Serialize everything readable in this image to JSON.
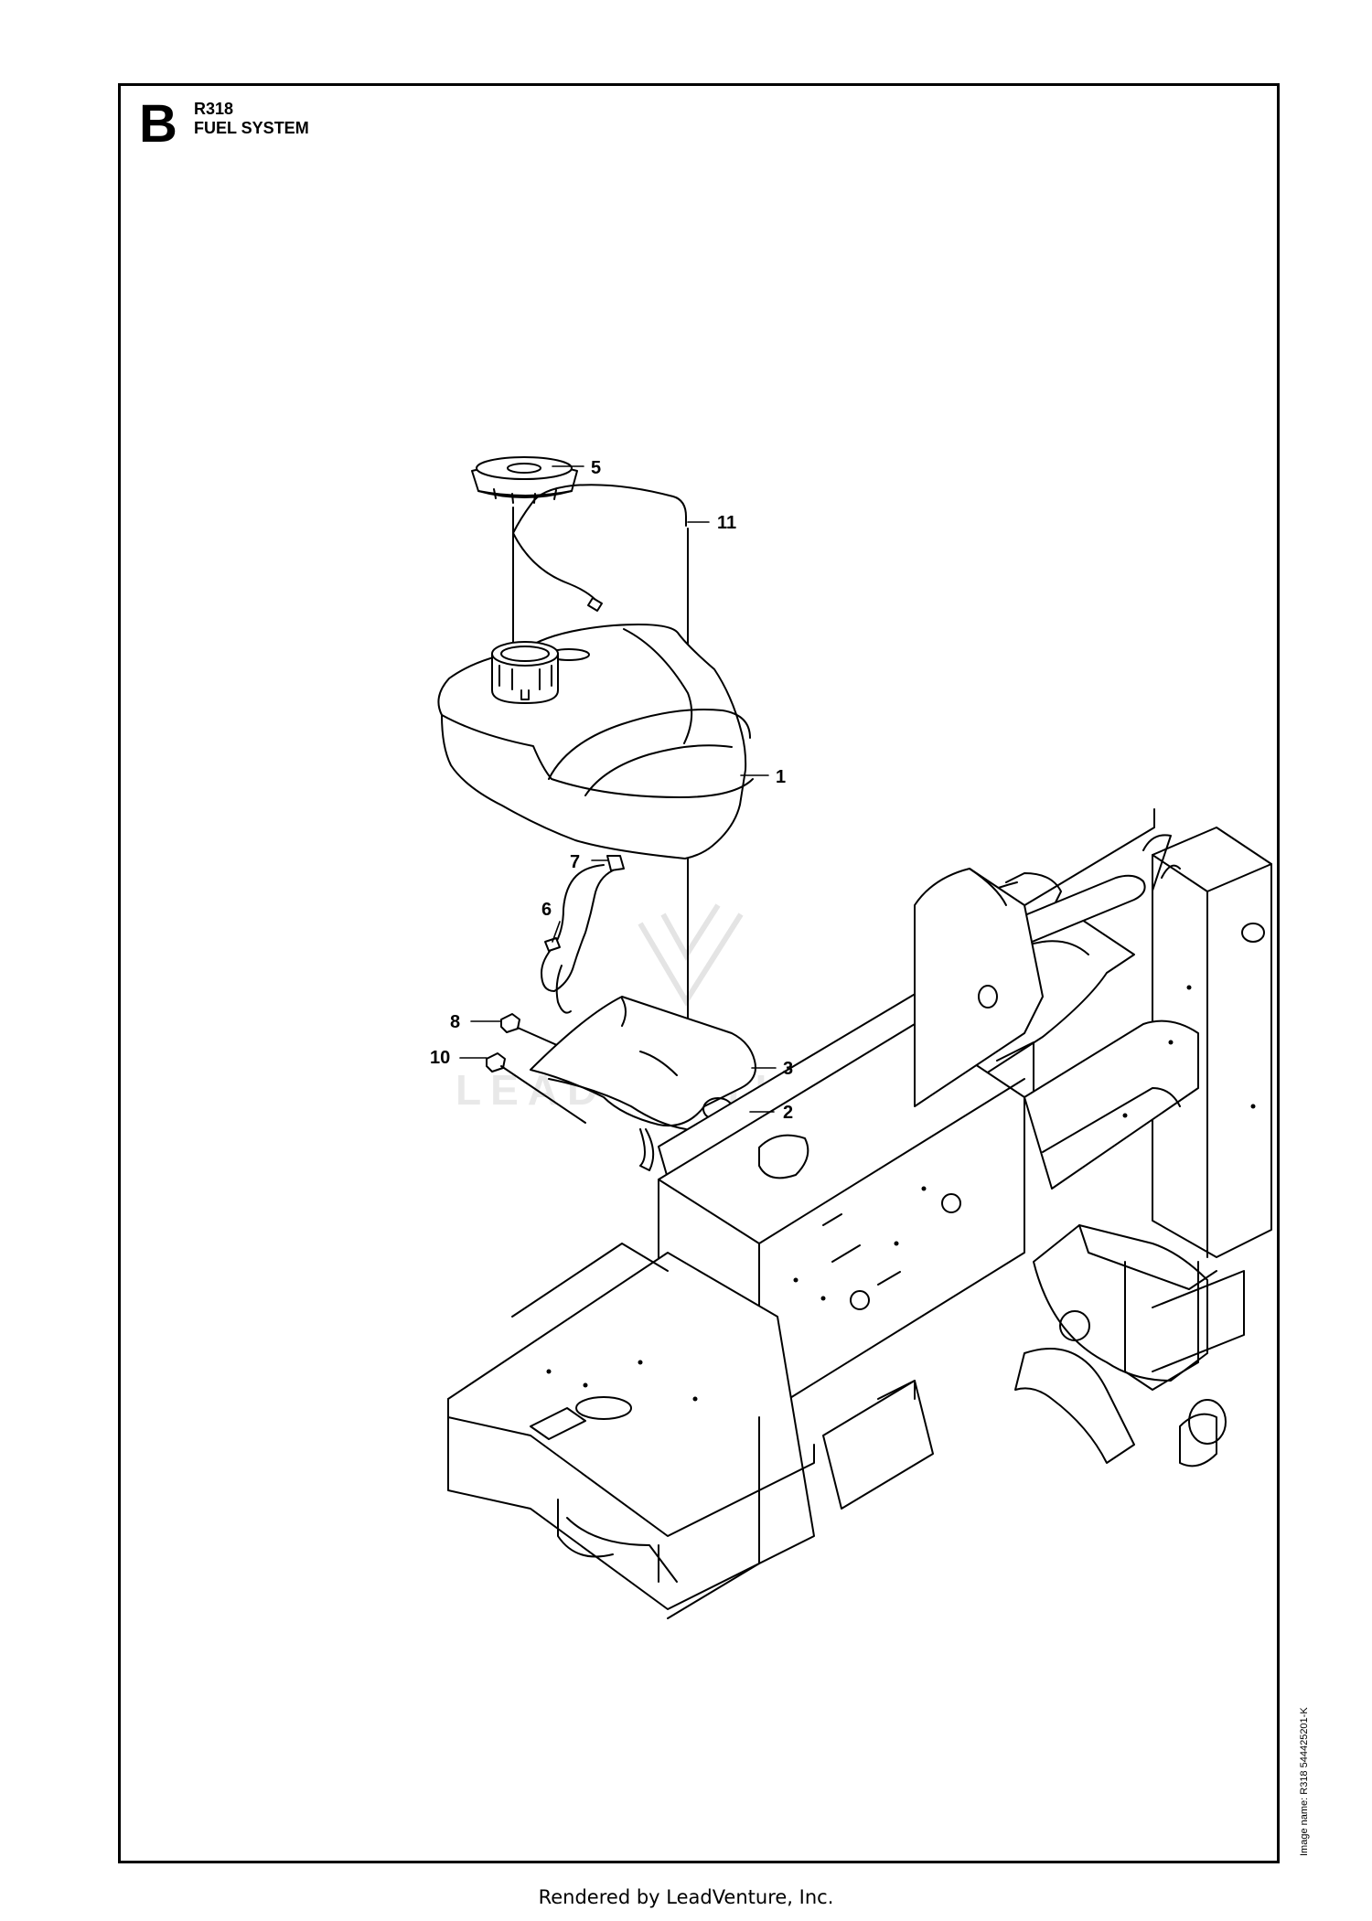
{
  "header": {
    "section_letter": "B",
    "model": "R318",
    "title": "FUEL SYSTEM"
  },
  "image_name": "Image name: R318 544425201-K",
  "footer": "Rendered by LeadVenture, Inc.",
  "watermark": "LEADVENTURE",
  "callouts": [
    "5",
    "11",
    "1",
    "7",
    "6",
    "8",
    "10",
    "3",
    "2"
  ],
  "colors": {
    "line": "#000000",
    "background": "#ffffff",
    "watermark": "#e6e6e6"
  }
}
